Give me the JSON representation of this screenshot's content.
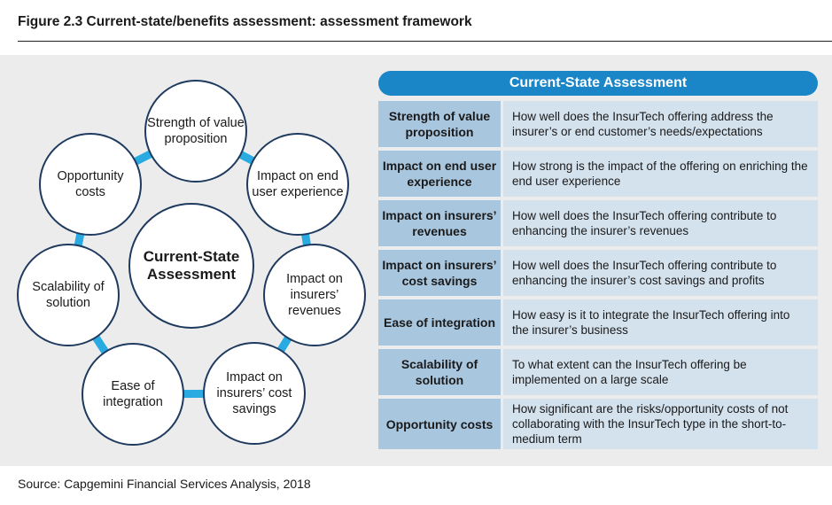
{
  "figure": {
    "title": "Figure 2.3 Current-state/benefits assessment: assessment framework",
    "source": "Source: Capgemini Financial Services Analysis, 2018"
  },
  "diagram": {
    "center": "Current-State Assessment",
    "nodes": [
      "Strength of value proposition",
      "Impact on end user experience",
      "Impact on insurers’ revenues",
      "Impact on insurers’ cost savings",
      "Ease of integration",
      "Scalability of solution",
      "Opportunity costs"
    ]
  },
  "table": {
    "header": "Current-State Assessment",
    "rows": [
      {
        "label": "Strength of value proposition",
        "desc": "How well does the InsurTech offering address the insurer’s or end customer’s needs/expectations"
      },
      {
        "label": "Impact on end user experience",
        "desc": "How strong is the impact of the offering on enriching the end user experience"
      },
      {
        "label": "Impact on insurers’ revenues",
        "desc": "How well does the InsurTech offering contribute to enhancing the insurer’s revenues"
      },
      {
        "label": "Impact on insurers’ cost savings",
        "desc": "How well does the InsurTech offering contribute to enhancing the insurer’s cost savings and profits"
      },
      {
        "label": "Ease of integration",
        "desc": "How easy is it to integrate the InsurTech offering into the insurer’s business"
      },
      {
        "label": "Scalability of solution",
        "desc": "To what extent can the InsurTech offering be implemented on a large scale"
      },
      {
        "label": "Opportunity costs",
        "desc": "How significant are the risks/opportunity costs of not collaborating with the InsurTech type in the short-to-medium term"
      }
    ]
  },
  "colors": {
    "accent": "#1a86c8",
    "ring_connector": "#29abe2",
    "label_cell": "#a9c6df",
    "desc_cell": "#d4e2ee",
    "panel": "#ececec"
  }
}
